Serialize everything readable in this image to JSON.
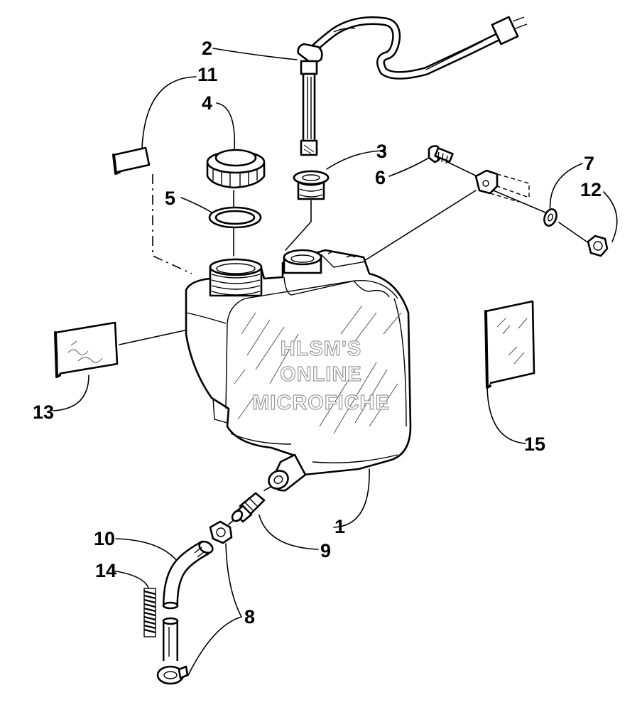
{
  "callouts": {
    "c1": "1",
    "c2": "2",
    "c3": "3",
    "c4": "4",
    "c5": "5",
    "c6": "6",
    "c7": "7",
    "c8": "8",
    "c9": "9",
    "c10": "10",
    "c11": "11",
    "c12": "12",
    "c13": "13",
    "c14": "14",
    "c15": "15"
  },
  "watermark": {
    "line1": "HLSM'S",
    "line2": "ONLINE",
    "line3": "MICROFICHE"
  }
}
